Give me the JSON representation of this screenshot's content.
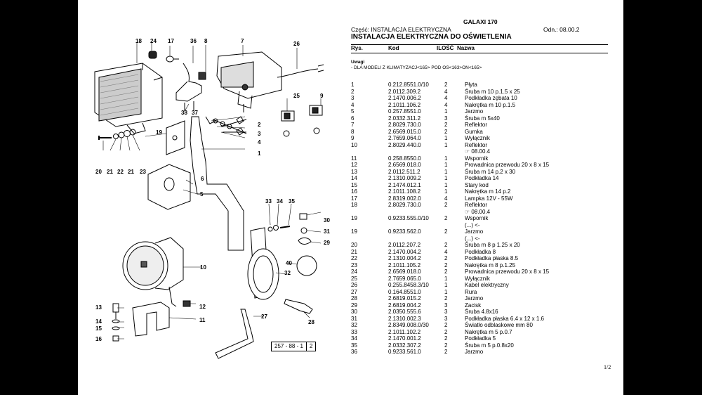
{
  "header": {
    "model": "GALAXI 170",
    "part_label": "Część: INSTALACJA ELEKTRYCZNA",
    "ref_label": "Odn.: 08.00.2",
    "section_title": "INSTALACJA ELEKTRYCZNA DO OŚWIETLENIA"
  },
  "columns": {
    "rys": "Rys.",
    "kod": "Kod",
    "ilosc": "ILOŚĆ",
    "nazwa": "Nazwa"
  },
  "notes": {
    "title": "Uwagi",
    "text": "- DLA MODELI Z KLIMATYZACJ<165> POD OS<163>ON<165>"
  },
  "parts": [
    {
      "rys": "1",
      "kod": "0.212.8551.0/10",
      "ilosc": "2",
      "nazwa": "Płyta"
    },
    {
      "rys": "2",
      "kod": "2.0112.309.2",
      "ilosc": "4",
      "nazwa": "Śruba m 10 p.1.5 x 25"
    },
    {
      "rys": "3",
      "kod": "2.1470.006.2",
      "ilosc": "4",
      "nazwa": "Podkładka zębata 10"
    },
    {
      "rys": "4",
      "kod": "2.1011.106.2",
      "ilosc": "4",
      "nazwa": "Nakrętka m 10 p.1.5"
    },
    {
      "rys": "5",
      "kod": "0.257.8551.0",
      "ilosc": "1",
      "nazwa": "Jarzmo"
    },
    {
      "rys": "6",
      "kod": "2.0332.311.2",
      "ilosc": "3",
      "nazwa": "Śruba m 5x40"
    },
    {
      "rys": "7",
      "kod": "2.8029.730.0",
      "ilosc": "2",
      "nazwa": "Reflektor"
    },
    {
      "rys": "8",
      "kod": "2.6569.015.0",
      "ilosc": "2",
      "nazwa": "Gumka"
    },
    {
      "rys": "9",
      "kod": "2.7659.064.0",
      "ilosc": "1",
      "nazwa": "Wyłącznik"
    },
    {
      "rys": "10",
      "kod": "2.8029.440.0",
      "ilosc": "1",
      "nazwa": "Reflektor"
    },
    {
      "rys": "",
      "kod": "",
      "ilosc": "",
      "nazwa": "☞ 08.00.4"
    },
    {
      "rys": "11",
      "kod": "0.258.8550.0",
      "ilosc": "1",
      "nazwa": "Wspornik"
    },
    {
      "rys": "12",
      "kod": "2.6569.018.0",
      "ilosc": "1",
      "nazwa": "Prowadnica przewodu 20 x 8 x 15"
    },
    {
      "rys": "13",
      "kod": "2.0112.511.2",
      "ilosc": "1",
      "nazwa": "Śruba m 14 p.2 x 30"
    },
    {
      "rys": "14",
      "kod": "2.1310.009.2",
      "ilosc": "1",
      "nazwa": "Podkładka 14"
    },
    {
      "rys": "15",
      "kod": "2.1474.012.1",
      "ilosc": "1",
      "nazwa": "Stary kod"
    },
    {
      "rys": "16",
      "kod": "2.1011.108.2",
      "ilosc": "1",
      "nazwa": "Nakrętka m 14 p.2"
    },
    {
      "rys": "17",
      "kod": "2.8319.002.0",
      "ilosc": "4",
      "nazwa": "Lampka 12V - 55W"
    },
    {
      "rys": "18",
      "kod": "2.8029.730.0",
      "ilosc": "2",
      "nazwa": "Reflektor"
    },
    {
      "rys": "",
      "kod": "",
      "ilosc": "",
      "nazwa": "☞ 08.00.4"
    },
    {
      "rys": "19",
      "kod": "0.9233.555.0/10",
      "ilosc": "2",
      "nazwa": "Wspornik"
    },
    {
      "rys": "",
      "kod": "",
      "ilosc": "",
      "nazwa": "(...) <-"
    },
    {
      "rys": "19",
      "kod": "0.9233.562.0",
      "ilosc": "2",
      "nazwa": "Jarzmo"
    },
    {
      "rys": "",
      "kod": "",
      "ilosc": "",
      "nazwa": "(...) <-"
    },
    {
      "rys": "20",
      "kod": "2.0112.207.2",
      "ilosc": "2",
      "nazwa": "Śruba m 8 p 1.25 x 20"
    },
    {
      "rys": "21",
      "kod": "2.1470.004.2",
      "ilosc": "4",
      "nazwa": "Podkładka 8"
    },
    {
      "rys": "22",
      "kod": "2.1310.004.2",
      "ilosc": "2",
      "nazwa": "Podkładka płaska 8.5"
    },
    {
      "rys": "23",
      "kod": "2.1011.105.2",
      "ilosc": "2",
      "nazwa": "Nakrętka m 8 p.1.25"
    },
    {
      "rys": "24",
      "kod": "2.6569.018.0",
      "ilosc": "2",
      "nazwa": "Prowadnica przewodu 20 x 8 x 15"
    },
    {
      "rys": "25",
      "kod": "2.7659.065.0",
      "ilosc": "1",
      "nazwa": "Wyłącznik"
    },
    {
      "rys": "26",
      "kod": "0.255.8458.3/10",
      "ilosc": "1",
      "nazwa": "Kabel elektryczny"
    },
    {
      "rys": "27",
      "kod": "0.164.8551.0",
      "ilosc": "1",
      "nazwa": "Rura"
    },
    {
      "rys": "28",
      "kod": "2.6819.015.2",
      "ilosc": "2",
      "nazwa": "Jarzmo"
    },
    {
      "rys": "29",
      "kod": "2.6819.004.2",
      "ilosc": "3",
      "nazwa": "Zacisk"
    },
    {
      "rys": "30",
      "kod": "2.0350.555.6",
      "ilosc": "3",
      "nazwa": "Śruba 4.8x16"
    },
    {
      "rys": "31",
      "kod": "2.1310.002.3",
      "ilosc": "3",
      "nazwa": "Podkładka płaska 6.4 x 12 x 1.6"
    },
    {
      "rys": "32",
      "kod": "2.8349.008.0/30",
      "ilosc": "2",
      "nazwa": "Światło odblaskowe mm 80"
    },
    {
      "rys": "33",
      "kod": "2.1011.102.2",
      "ilosc": "2",
      "nazwa": "Nakrętka m 5 p.0.7"
    },
    {
      "rys": "34",
      "kod": "2.1470.001.2",
      "ilosc": "2",
      "nazwa": "Podkładka 5"
    },
    {
      "rys": "35",
      "kod": "2.0332.307.2",
      "ilosc": "2",
      "nazwa": "Śruba m 5 p.0.8x20"
    },
    {
      "rys": "36",
      "kod": "0.9233.561.0",
      "ilosc": "2",
      "nazwa": "Jarzmo"
    }
  ],
  "page_number": "1/2",
  "diagram": {
    "reference_code": "257 - 88 - 1",
    "reference_sheet": "2",
    "callouts": [
      "18",
      "24",
      "17",
      "36",
      "8",
      "7",
      "26",
      "25",
      "9",
      "38",
      "37",
      "2",
      "3",
      "4",
      "1",
      "6",
      "19",
      "5",
      "20",
      "21",
      "22",
      "21",
      "23",
      "33",
      "34",
      "35",
      "30",
      "31",
      "29",
      "10",
      "40",
      "32",
      "13",
      "12",
      "11",
      "14",
      "15",
      "16",
      "27",
      "28"
    ]
  }
}
